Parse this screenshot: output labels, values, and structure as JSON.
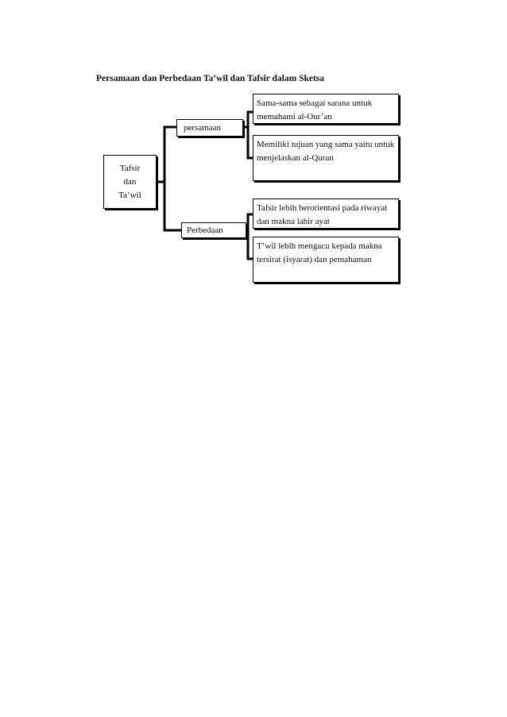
{
  "title": "Persamaan dan Perbedaan Ta’wil dan Tafsir dalam Sketsa",
  "root": {
    "lines": [
      "Tafsir",
      "dan",
      "Ta’wil"
    ]
  },
  "branches": [
    {
      "label": "persamaan",
      "items": [
        "Sama-sama sebagai sarana untuk memahami al-Our’an",
        "Memiliki tujuan yang sama yaitu untuk menjelaskan al-Quran"
      ]
    },
    {
      "label": "Perbedaan",
      "items": [
        "Tafsir lebih berorientasi pada riwayat dan makna lahir ayat",
        "T’wil lebih mengacu kepada makna tersirat (isyarat) dan pemahaman"
      ]
    }
  ]
}
